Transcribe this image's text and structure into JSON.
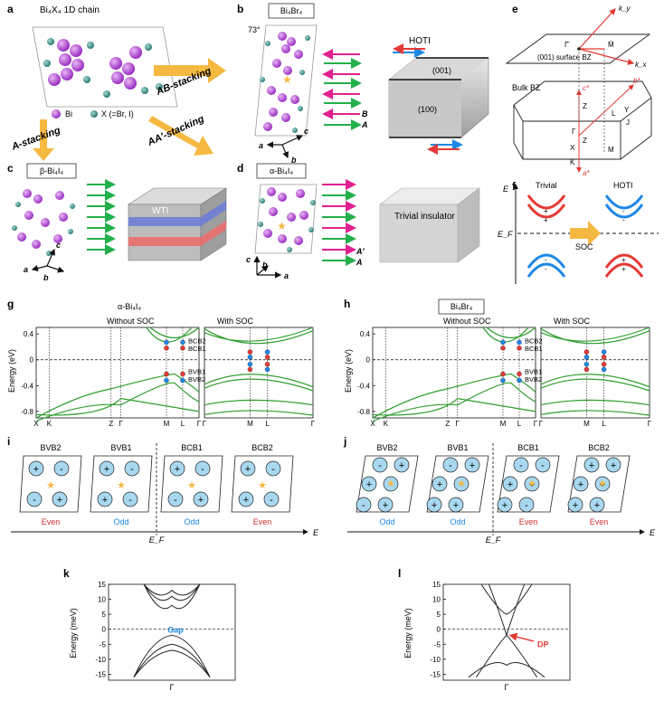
{
  "panel_labels": {
    "a": "a",
    "b": "b",
    "c": "c",
    "d": "d",
    "e": "e",
    "f": "f",
    "g": "g",
    "h": "h",
    "i": "i",
    "j": "j",
    "k": "k",
    "l": "l"
  },
  "panel_a": {
    "title": "Bi₄X₄ 1D chain",
    "legend_bi": "Bi",
    "legend_x": "X (=Br, I)",
    "ab": "AB-stacking",
    "a_st": "A-stacking",
    "aa": "AA′-stacking"
  },
  "panel_b": {
    "title": "Bi₄Br₄",
    "angle": "73°",
    "hoti": "HOTI",
    "face_top": "(001)",
    "face_side": "(100)",
    "lbl_B": "B",
    "lbl_A": "A",
    "ax_c": "c",
    "ax_a": "a",
    "ax_b": "b"
  },
  "panel_c": {
    "title": "β-Bi₄I₄",
    "wti": "WTI",
    "ax_c": "c",
    "ax_a": "a",
    "ax_b": "b"
  },
  "panel_d": {
    "title": "α-Bi₄I₄",
    "trivial": "Trivial insulator",
    "lbl_A2": "A′",
    "lbl_A": "A",
    "ax_c": "c",
    "ax_b": "b",
    "ax_a": "a"
  },
  "panel_e": {
    "surface": "(001) surface BZ",
    "bulk": "Bulk BZ",
    "gbar": "Γ̄",
    "mbar": "M̄",
    "ky": "k_y",
    "kx": "k_x",
    "bstar": "b*",
    "cstar": "c*",
    "astar": "a*",
    "Z1": "Z",
    "L": "L",
    "Y": "Y",
    "J": "J",
    "G": "Γ",
    "Z2": "Z",
    "M": "M",
    "X": "X",
    "K": "K"
  },
  "panel_f": {
    "trivial": "Trivial",
    "hoti": "HOTI",
    "E": "E",
    "EF": "E_F",
    "soc": "SOC"
  },
  "panel_g": {
    "title": "α-Bi₄I₄",
    "left": "Without SOC",
    "right": "With SOC",
    "ylabel": "Energy (eV)",
    "yticks": [
      "0.4",
      "0",
      "-0.4",
      "-0.8"
    ],
    "kl": [
      "X",
      "K",
      "Z",
      "Γ",
      "M",
      "L",
      "Γ"
    ],
    "kr": [
      "Γ",
      "M",
      "L",
      "Γ"
    ],
    "bands": [
      "BCB2",
      "BCB1",
      "BVB1",
      "BVB2"
    ]
  },
  "panel_h": {
    "title": "Bi₄Br₄",
    "left": "Without SOC",
    "right": "With SOC",
    "ylabel": "Energy (eV)",
    "yticks": [
      "0.4",
      "0",
      "-0.4",
      "-0.8"
    ],
    "kl": [
      "X",
      "K",
      "Z",
      "Γ",
      "M",
      "L",
      "Γ"
    ],
    "kr": [
      "Γ",
      "M",
      "L",
      "Γ"
    ],
    "bands": [
      "BCB2",
      "BCB1",
      "BVB1",
      "BVB2"
    ]
  },
  "panel_i": {
    "names": [
      "BVB2",
      "BVB1",
      "BCB1",
      "BCB2"
    ],
    "parity": [
      "Even",
      "Odd",
      "Odd",
      "Even"
    ],
    "EF": "E_F",
    "E": "E",
    "cells": [
      [
        "+",
        "-",
        "-",
        "+"
      ],
      [
        "+",
        "-",
        "+",
        "-"
      ],
      [
        "+",
        "-",
        "-",
        "+"
      ],
      [
        "+",
        "-",
        "+",
        "-"
      ]
    ],
    "parity_colors": [
      "#d32f2f",
      "#1e88e5",
      "#1e88e5",
      "#d32f2f"
    ]
  },
  "panel_j": {
    "names": [
      "BVB2",
      "BVB1",
      "BCB1",
      "BCB2"
    ],
    "parity": [
      "Odd",
      "Odd",
      "Even",
      "Even"
    ],
    "EF": "E_F",
    "E": "E",
    "cells": [
      [
        "-",
        "+",
        "+",
        "-",
        "-",
        "+"
      ],
      [
        "-",
        "+",
        "+",
        "-",
        "+",
        "+"
      ],
      [
        "-",
        "-",
        "+",
        "+",
        "+",
        "-"
      ],
      [
        "+",
        "+",
        "+",
        "+",
        "+",
        "+"
      ]
    ],
    "parity_colors": [
      "#1e88e5",
      "#1e88e5",
      "#d32f2f",
      "#d32f2f"
    ]
  },
  "panel_k": {
    "ylabel": "Energy (meV)",
    "yticks": [
      "15",
      "10",
      "5",
      "0",
      "-5",
      "-10",
      "-15"
    ],
    "x": "Γ",
    "gap": "Gap"
  },
  "panel_l": {
    "ylabel": "Energy (meV)",
    "yticks": [
      "15",
      "10",
      "5",
      "0",
      "-5",
      "-10",
      "-15"
    ],
    "x": "Γ",
    "dp": "DP"
  },
  "colors": {
    "band_green": "#2e9e2e",
    "red": "#e53935",
    "blue": "#1e88e5",
    "bi": "#b14ad6",
    "x_atom": "#3b8f8a",
    "arrow_pink": "#e0208f",
    "arrow_green": "#22b04b",
    "orange": "#f5b942"
  }
}
